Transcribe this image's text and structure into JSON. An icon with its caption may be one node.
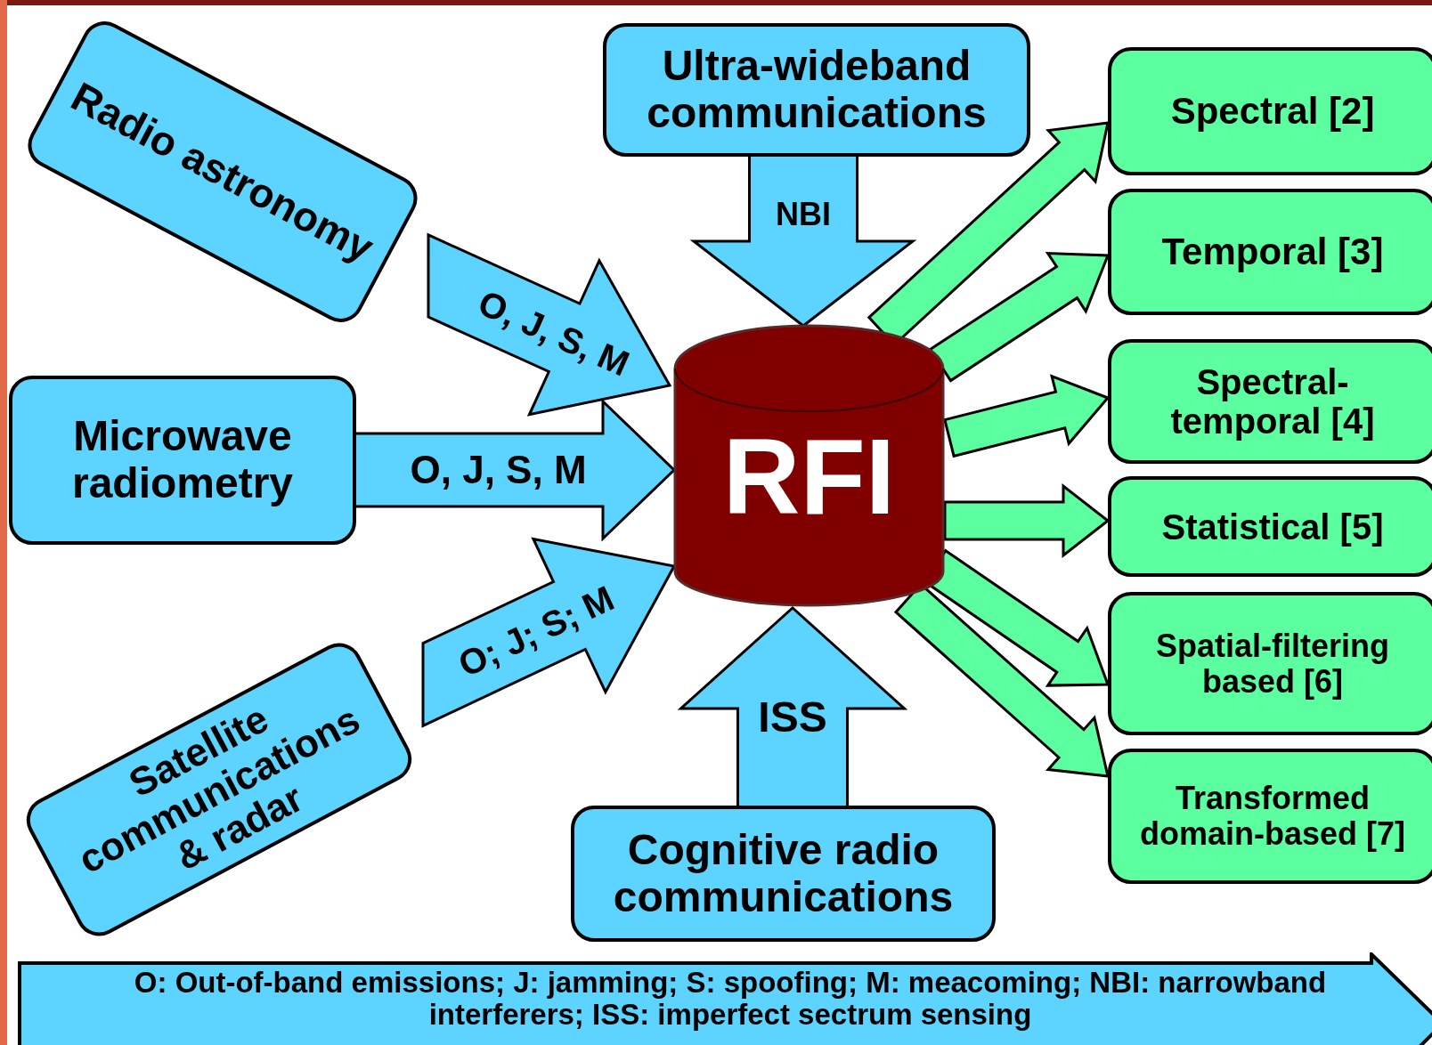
{
  "diagram": {
    "nodes": [
      {
        "text": [
          "Radio astronomy"
        ]
      },
      {
        "text": [
          "Ultra-wideband communications"
        ]
      },
      {
        "text": [
          "Microwave radiometry"
        ]
      },
      {
        "text": [
          "RFI"
        ]
      },
      {
        "text": [
          "Satellite communications & radar"
        ]
      },
      {
        "text": [
          "Cognitive radio communications"
        ]
      },
      {
        "text": [
          "Spectral [2]"
        ]
      },
      {
        "text": [
          "Temporal [3]"
        ]
      },
      {
        "text": [
          "Spectral-temporal [4]"
        ]
      },
      {
        "text": [
          "Statistical [5]"
        ]
      },
      {
        "text": [
          "Spatial-filtering based [6]"
        ]
      },
      {
        "text": [
          "Transformed domain-based [7]"
        ]
      },
      {
        "text": [
          "O: Out-of-band emissions; J: jamming; S: spoofing; M: meacoming; NBI: narrowband interferers; ISS: imperfect sectrum sensing"
        ]
      }
    ],
    "edges": [
      {
        "from": 0,
        "to": 3,
        "arrow": "to",
        "label": "O, J, S, M",
        "style": "thick",
        "color": "#5cd4ff"
      },
      {
        "from": 1,
        "to": 3,
        "arrow": "to",
        "label": "NBI",
        "style": "thick",
        "color": "#5cd4ff"
      },
      {
        "from": 2,
        "to": 3,
        "arrow": "to",
        "label": "O, J, S, M",
        "style": "thick",
        "color": "#5cd4ff"
      },
      {
        "from": 4,
        "to": 3,
        "arrow": "to",
        "label": "O; J; S; M",
        "style": "thick",
        "color": "#5cd4ff"
      },
      {
        "from": 5,
        "to": 3,
        "arrow": "to",
        "label": "ISS",
        "style": "thick",
        "color": "#5cd4ff"
      },
      {
        "from": 3,
        "to": 6,
        "arrow": "to"
      },
      {
        "from": 3,
        "to": 7,
        "arrow": "to"
      },
      {
        "from": 3,
        "to": 8,
        "arrow": "to"
      },
      {
        "from": 3,
        "to": 9,
        "arrow": "to"
      },
      {
        "from": 3,
        "to": 10,
        "arrow": "to"
      },
      {
        "from": 3,
        "to": 11,
        "arrow": "to"
      }
    ]
  }
}
